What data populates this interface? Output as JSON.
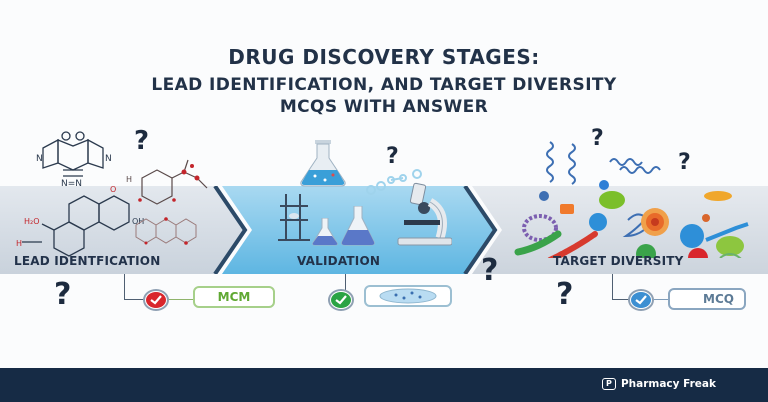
{
  "title": {
    "line1": "DRUG DISCOVERY STAGES:",
    "line2": "LEAD IDENTIFICATION, AND TARGET DIVERSITY",
    "line3": "MCQS WITH ANSWER"
  },
  "stages": [
    {
      "label": "LEAD IDENTFICATION",
      "illustration": "chemical-structures",
      "band_color": "#d8dee6"
    },
    {
      "label": "VALIDATION",
      "illustration": "lab-glassware-microscope",
      "band_color": "#6ec0e6"
    },
    {
      "label": "TARGET DIVERSITY",
      "illustration": "protein-cell-targets",
      "band_color": "#dbe1e8"
    }
  ],
  "answers": [
    {
      "label": "MCM",
      "check_color": "#d9262c",
      "text_color": "#5fa832",
      "border_color": "#9ccc7a",
      "icon": "check-icon"
    },
    {
      "label": "",
      "check_color": "#2aa344",
      "border_color": "#8fb7cf",
      "icon": "check-icon",
      "content": "petri-dish-icon"
    },
    {
      "label": "MCQ",
      "check_color": "#3c8fd2",
      "text_color": "#5d7b96",
      "border_color": "#7f9cb8",
      "icon": "check-icon"
    }
  ],
  "question_marks": [
    "?",
    "?",
    "?",
    "?",
    "?",
    "?",
    "?"
  ],
  "footer": {
    "brand_logo": "P",
    "brand_name": "Pharmacy Freak",
    "background": "#162b45"
  },
  "colors": {
    "title": "#223248",
    "chevron_border": "#2c4a68"
  }
}
